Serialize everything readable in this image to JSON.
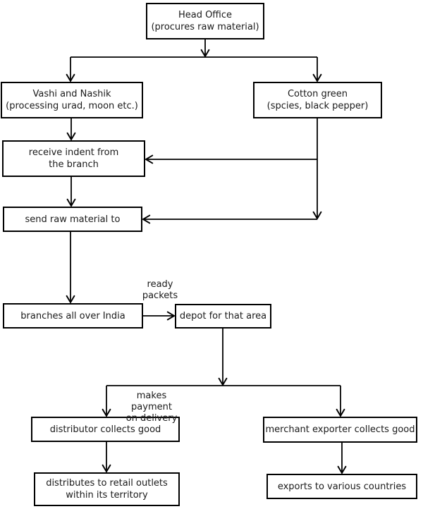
{
  "diagram": {
    "nodes": {
      "head_office": "Head Office\n(procures raw material)",
      "vashi_nashik": "Vashi and Nashik\n(processing urad, moon etc.)",
      "cotton_green": "Cotton green\n(spcies, black pepper)",
      "receive_indent": "receive indent from\nthe branch",
      "send_raw_material": "send raw material to",
      "branches_india": "branches all over India",
      "depot": "depot for that area",
      "distributor": "distributor collects good",
      "merchant_exporter": "merchant exporter collects good",
      "retail_outlets": "distributes to retail outlets\nwithin its territory",
      "exports": "exports to various countries"
    },
    "edge_labels": {
      "ready_packets": "ready\npackets",
      "makes_payment": "makes payment\non delivery"
    },
    "colors": {
      "background": "#ffffff",
      "box_border": "#000000",
      "line": "#000000",
      "text": "#1a1a1a"
    }
  }
}
